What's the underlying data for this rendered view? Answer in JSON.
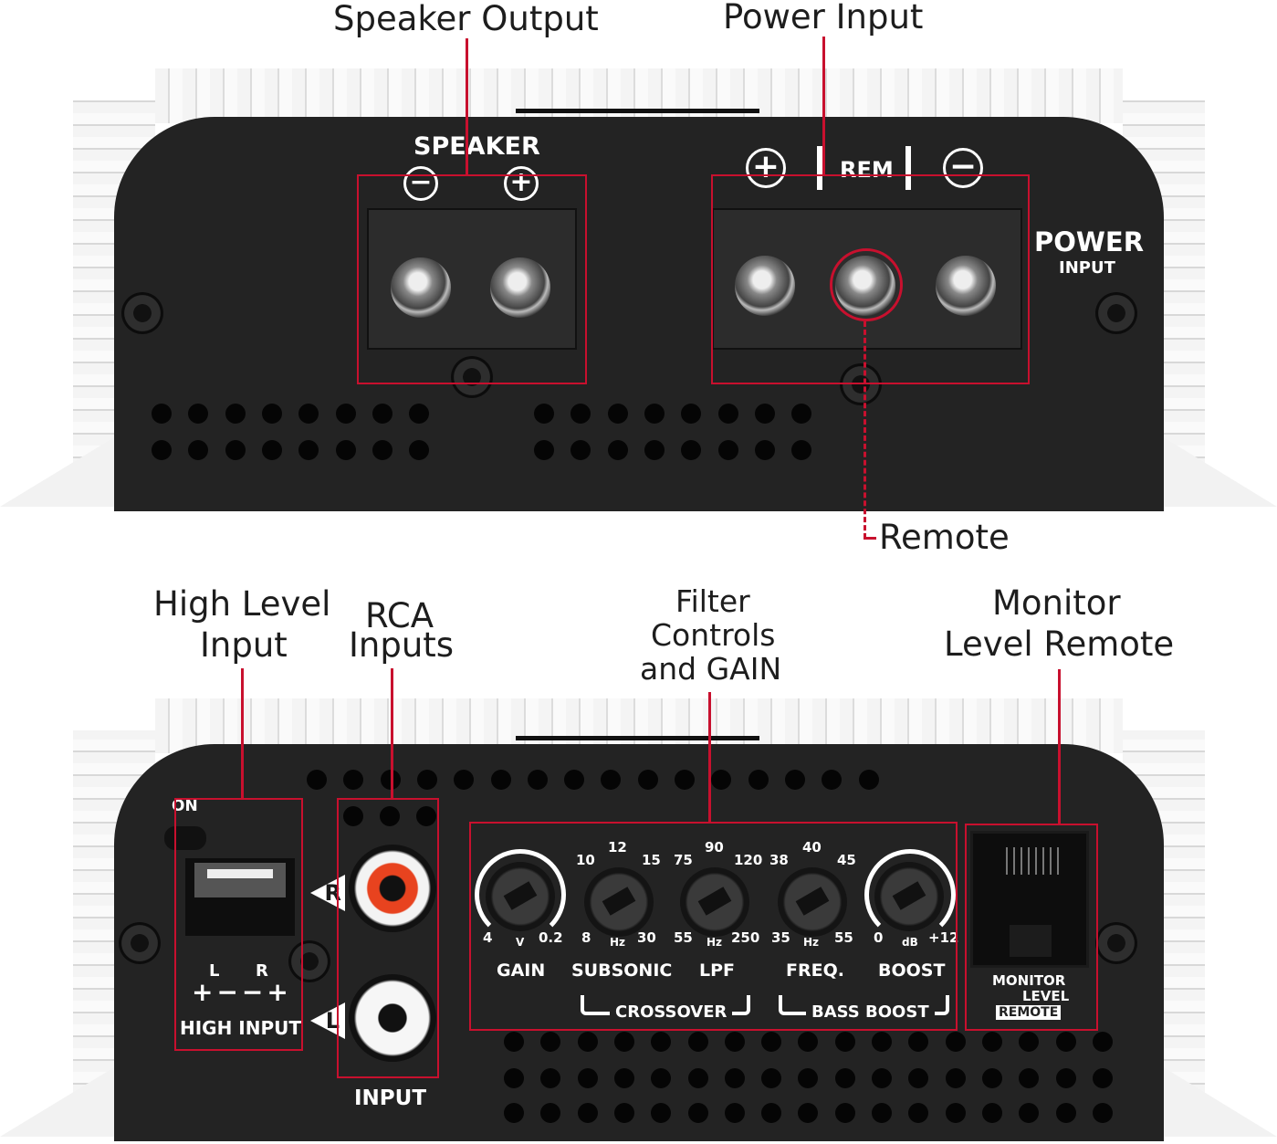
{
  "callouts": {
    "speaker_output": "Speaker Output",
    "power_input": "Power Input",
    "remote": "Remote",
    "high_level_input": [
      "High Level",
      "Input"
    ],
    "rca_inputs": [
      "RCA",
      "Inputs"
    ],
    "filter_controls": [
      "Filter",
      "Controls",
      "and GAIN"
    ],
    "monitor_level_remote": [
      "Monitor",
      "Level Remote"
    ]
  },
  "top_panel": {
    "speaker_label": "SPEAKER",
    "speaker_symbols": [
      "−",
      "+"
    ],
    "power_symbols": [
      "+",
      "−"
    ],
    "rem_label": "REM",
    "power_label": "POWER",
    "input_label": "INPUT"
  },
  "bottom_panel": {
    "on_label": "ON",
    "high_input_lr": [
      "L",
      "R"
    ],
    "high_input_polarity": "+−−+",
    "high_input_label": "HIGH INPUT",
    "rca_channels": [
      "R",
      "L"
    ],
    "rca_label": "INPUT",
    "controls": [
      {
        "name": "GAIN",
        "min": "4",
        "unit": "V",
        "max": "0.2"
      },
      {
        "name": "SUBSONIC",
        "min": "8",
        "unit": "Hz",
        "max": "30",
        "ticks": [
          "10",
          "12",
          "15"
        ]
      },
      {
        "name": "LPF",
        "min": "55",
        "unit": "Hz",
        "max": "250",
        "ticks": [
          "75",
          "90",
          "120"
        ]
      },
      {
        "name": "FREQ.",
        "min": "35",
        "unit": "Hz",
        "max": "55",
        "ticks": [
          "38",
          "40",
          "45"
        ]
      },
      {
        "name": "BOOST",
        "min": "0",
        "unit": "dB",
        "max": "+12"
      }
    ],
    "group_crossover": "CROSSOVER",
    "group_bass_boost": "BASS BOOST",
    "monitor": [
      "MONITOR",
      "LEVEL",
      "REMOTE"
    ]
  },
  "colors": {
    "annotation": "#c8102e",
    "chassis": "#232323"
  }
}
